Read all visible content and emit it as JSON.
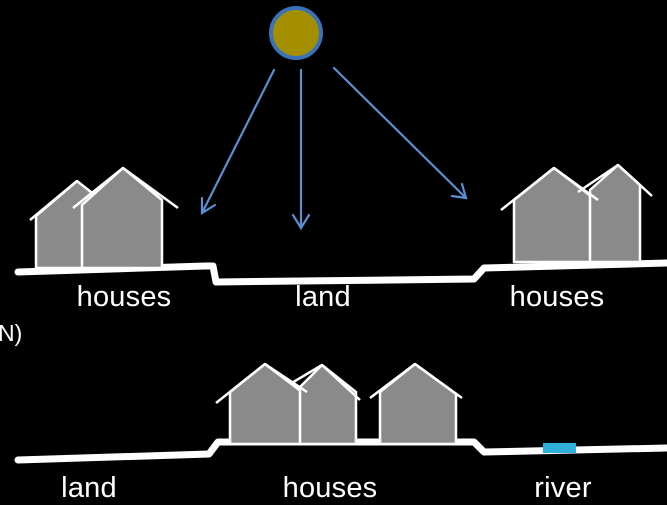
{
  "diagram": {
    "colors": {
      "background": "#000000",
      "sun_fill": "#a38f00",
      "sun_outline": "#3a72b8",
      "arrow": "#5b8fd1",
      "house_fill": "#8a8a8a",
      "house_outline": "#ffffff",
      "ground": "#ffffff",
      "river": "#2fb0d9"
    },
    "top_section": {
      "labels": {
        "left": "houses",
        "middle": "land",
        "right": "houses"
      }
    },
    "bottom_section": {
      "labels": {
        "left": "land",
        "middle": "houses",
        "right": "river"
      }
    },
    "edge_text": "N)"
  }
}
